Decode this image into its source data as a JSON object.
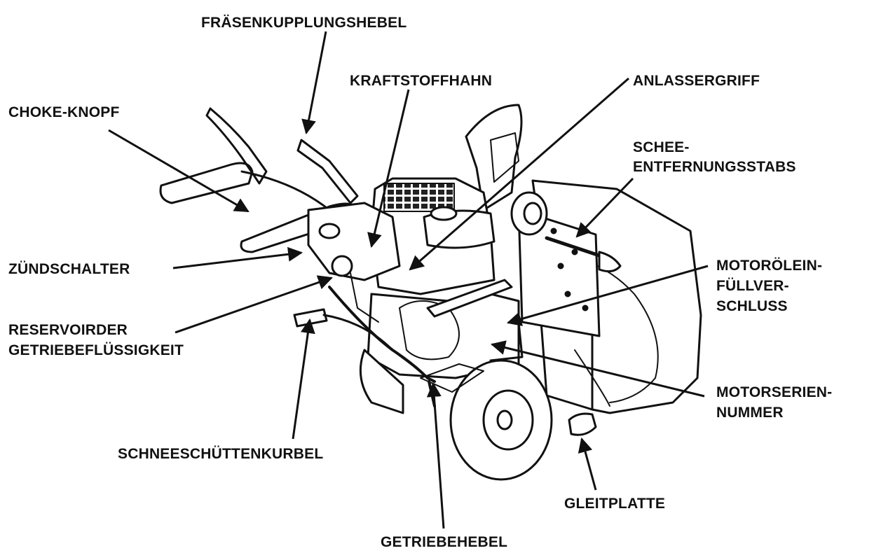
{
  "labels": {
    "fraesenkupplungshebel": "FRÄSENKUPPLUNGSHEBEL",
    "kraftstoffhahn": "KRAFTSTOFFHAHN",
    "anlassergriff": "ANLASSERGRIFF",
    "choke_knopf": "CHOKE-KNOPF",
    "schnee_entfernung_line1": "SCHEE-",
    "schnee_entfernung_line2": "ENTFERNUNGSSTABS",
    "zuendschalter": "ZÜNDSCHALTER",
    "motoroel_line1": "MOTORÖLEIN-",
    "motoroel_line2": "FÜLLVER-",
    "motoroel_line3": "SCHLUSS",
    "reservoir_line1": "RESERVOIRDER",
    "reservoir_line2": "GETRIEBEFLÜSSIGKEIT",
    "motorserien_line1": "MOTORSERIEN-",
    "motorserien_line2": "NUMMER",
    "schneeschuettenkurbel": "SCHNEESCHÜTTENKURBEL",
    "gleitplatte": "GLEITPLATTE",
    "getriebehebel": "GETRIEBEHEBEL"
  }
}
